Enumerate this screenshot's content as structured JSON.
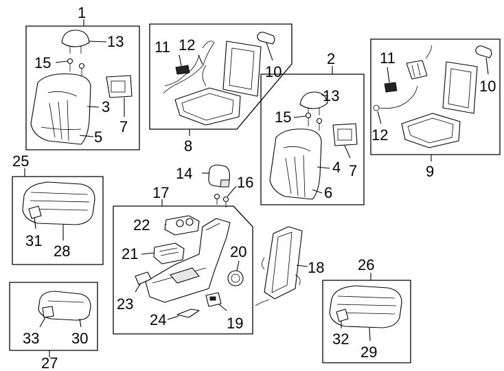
{
  "callouts": {
    "c1": "1",
    "c2": "2",
    "c3": "3",
    "c4": "4",
    "c5": "5",
    "c6": "6",
    "c7a": "7",
    "c7b": "7",
    "c8": "8",
    "c9": "9",
    "c10a": "10",
    "c10b": "10",
    "c11a": "11",
    "c11b": "11",
    "c12a": "12",
    "c12b": "12",
    "c13a": "13",
    "c13b": "13",
    "c14": "14",
    "c15a": "15",
    "c15b": "15",
    "c16": "16",
    "c17": "17",
    "c18": "18",
    "c19": "19",
    "c20": "20",
    "c21": "21",
    "c22": "22",
    "c23": "23",
    "c24": "24",
    "c25": "25",
    "c26": "26",
    "c27": "27",
    "c28": "28",
    "c29": "29",
    "c30": "30",
    "c31": "31",
    "c32": "32",
    "c33": "33"
  }
}
